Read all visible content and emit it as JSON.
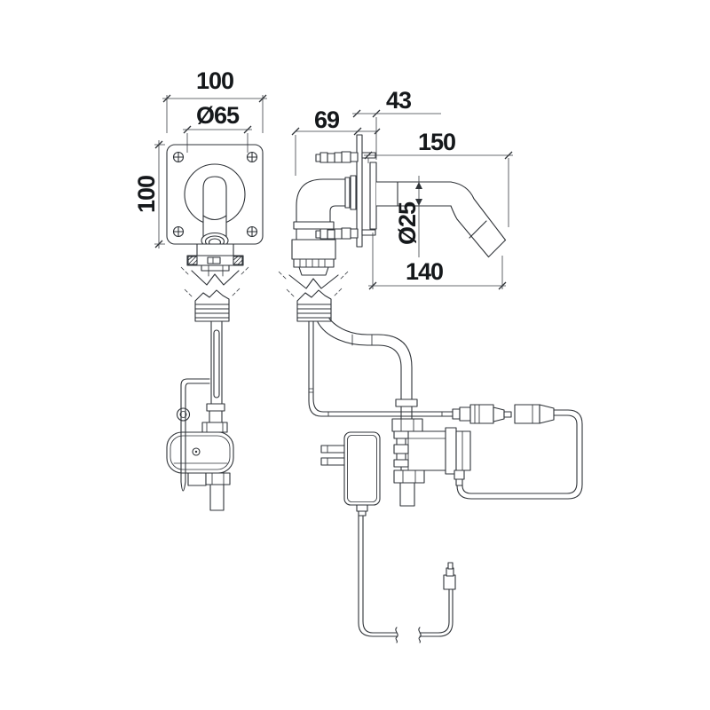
{
  "dims": {
    "front_width": "100",
    "front_height": "100",
    "escutcheon_diameter": "Ø65",
    "behind_wall_depth": "69",
    "wall_offset": "43",
    "overall_reach": "150",
    "spout_diameter": "Ø25",
    "spout_projection": "140"
  },
  "colors": {
    "background": "#ffffff",
    "line": "#2f3338",
    "text": "#15181b"
  }
}
